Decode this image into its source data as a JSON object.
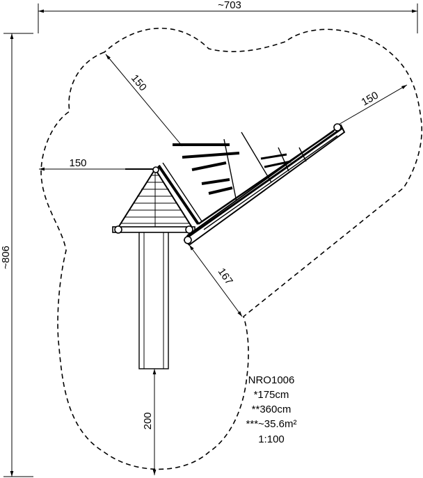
{
  "dimensions": {
    "overall_width": "~703",
    "overall_height": "~806",
    "left_clearance": "150",
    "upper_diagonal_clearance": "150",
    "right_diagonal_clearance": "150",
    "lower_diagonal_clearance": "167",
    "slide_clearance": "200"
  },
  "info": {
    "model": "NRO1006",
    "height_1": "*175cm",
    "height_2": "**360cm",
    "area": "***~35.6m²",
    "scale": "1:100"
  }
}
